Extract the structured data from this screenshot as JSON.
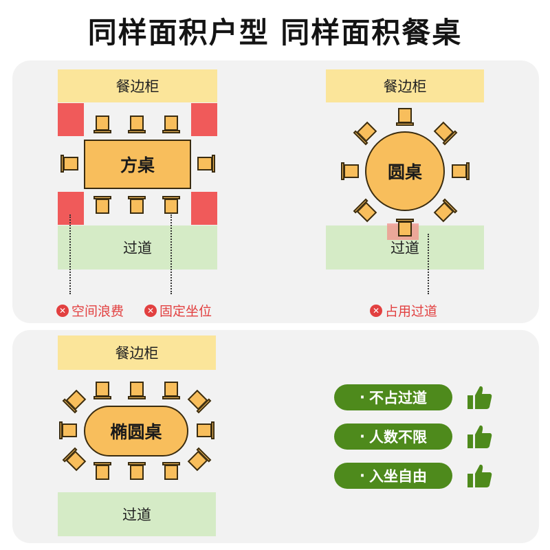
{
  "title": "同样面积户型 同样面积餐桌",
  "labels": {
    "sideboard": "餐边柜",
    "aisle": "过道"
  },
  "square": {
    "table": "方桌"
  },
  "round": {
    "table": "圆桌"
  },
  "oval": {
    "table": "椭圆桌"
  },
  "drawbacks": {
    "wasted_space": "空间浪费",
    "fixed_seats": "固定坐位",
    "blocks_aisle": "占用过道"
  },
  "benefits": [
    {
      "label": "不占过道"
    },
    {
      "label": "人数不限"
    },
    {
      "label": "入坐自由"
    }
  ],
  "icons": {
    "drawback": "x-circle-icon",
    "benefit": "thumbs-up-icon"
  },
  "colors": {
    "table": "#f8be5c",
    "sideboard": "#fbe59a",
    "aisle": "#d5ebc6",
    "waste": "#f05a5a",
    "warning": "#e24040",
    "benefit": "#4e8a1c"
  }
}
